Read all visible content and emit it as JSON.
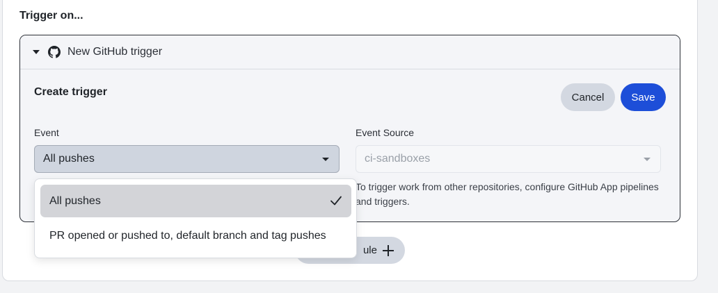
{
  "section": {
    "title": "Trigger on..."
  },
  "trigger": {
    "header_title": "New GitHub trigger",
    "icons": {
      "expand": "caret-down-icon",
      "provider": "github-icon"
    },
    "create_title": "Create trigger",
    "buttons": {
      "cancel": "Cancel",
      "save": "Save"
    },
    "event": {
      "label": "Event",
      "selected": "All pushes",
      "options": [
        {
          "label": "All pushes",
          "selected": true
        },
        {
          "label": "PR opened or pushed to, default branch and tag pushes",
          "selected": false
        }
      ]
    },
    "event_source": {
      "label": "Event Source",
      "value": "ci-sandboxes",
      "help": "To trigger work from other repositories, configure GitHub App pipelines and triggers."
    }
  },
  "add_rule": {
    "label": "ule",
    "icon": "plus-icon"
  },
  "colors": {
    "primary": "#1d4ed8",
    "secondary_button": "#d3d8e1",
    "card_border": "#2b2f36"
  }
}
